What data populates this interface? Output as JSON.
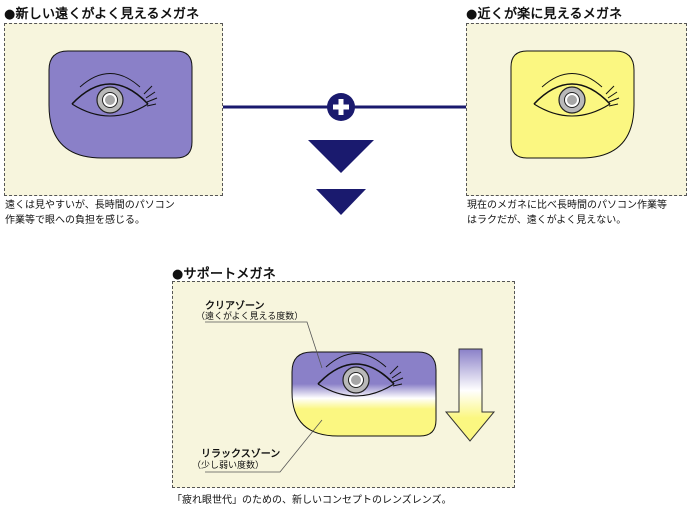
{
  "left_panel": {
    "title": "●新しい遠くがよく見えるメガネ",
    "desc_line1": "遠くは見やすいが、長時間のパソコン",
    "desc_line2": "作業等で眼への負担を感じる。",
    "lens_color": "#8a80c8"
  },
  "right_panel": {
    "title": "●近くが楽に見えるメガネ",
    "desc_line1": "現在のメガネに比べ長時間のパソコン作業等",
    "desc_line2": "はラクだが、遠くがよく見えない。",
    "lens_color": "#fbf781"
  },
  "support_panel": {
    "title": "●サポートメガネ",
    "clear_zone_title": "クリアゾーン",
    "clear_zone_sub": "（遠くがよく見える度数）",
    "relax_zone_title": "リラックスゾーン",
    "relax_zone_sub": "（少し弱い度数）",
    "caption": "「疲れ眼世代」のための、新しいコンセプトのレンズレンズ。"
  },
  "colors": {
    "panel_bg": "#f7f5dd",
    "connector": "#1a1a6e",
    "lens_purple": "#8a80c8",
    "lens_yellow": "#fbf781"
  }
}
